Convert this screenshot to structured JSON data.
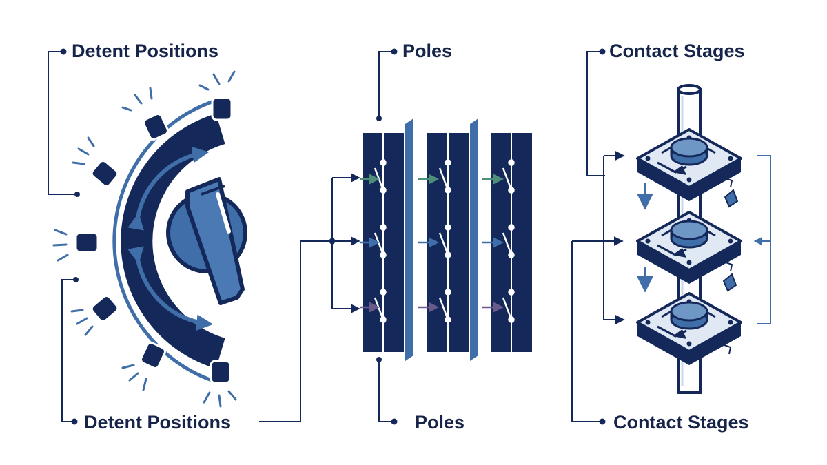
{
  "labels": {
    "detent_top": "Detent Positions",
    "poles_top": "Poles",
    "contact_top": "Contact Stages",
    "detent_bottom": "Detent Positions",
    "poles_bottom": "Poles",
    "contact_bottom": "Contact Stages"
  },
  "colors": {
    "navy": "#14295a",
    "blue": "#3f6ea8",
    "light_blue": "#c9d9ec",
    "green_arrow": "#4f8f7a",
    "purple_arrow": "#6a5a8c"
  },
  "icons": {
    "knob": "rotary-knob-icon",
    "dial": "detent-dial-icon",
    "poles": "switch-pole-icon",
    "stages": "contact-stage-wafer-icon"
  }
}
